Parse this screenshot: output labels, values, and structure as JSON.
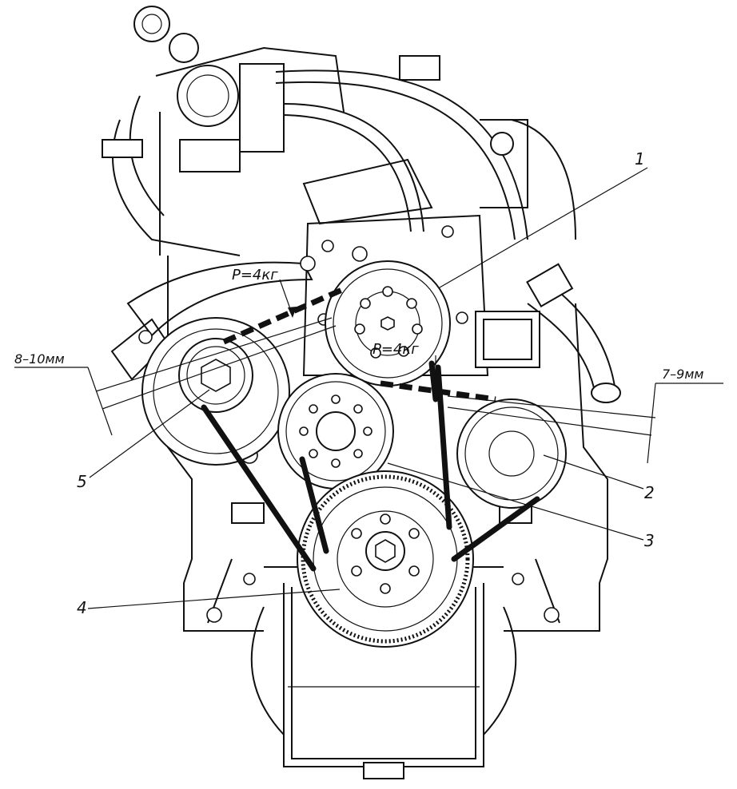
{
  "figure": {
    "callouts": {
      "c1": "1",
      "c2": "2",
      "c3": "3",
      "c4": "4",
      "c5": "5"
    },
    "force_left": "Р=4кг",
    "force_right": "Р=4кг",
    "deflection_left": "8–10мм",
    "deflection_right": "7–9мм"
  }
}
